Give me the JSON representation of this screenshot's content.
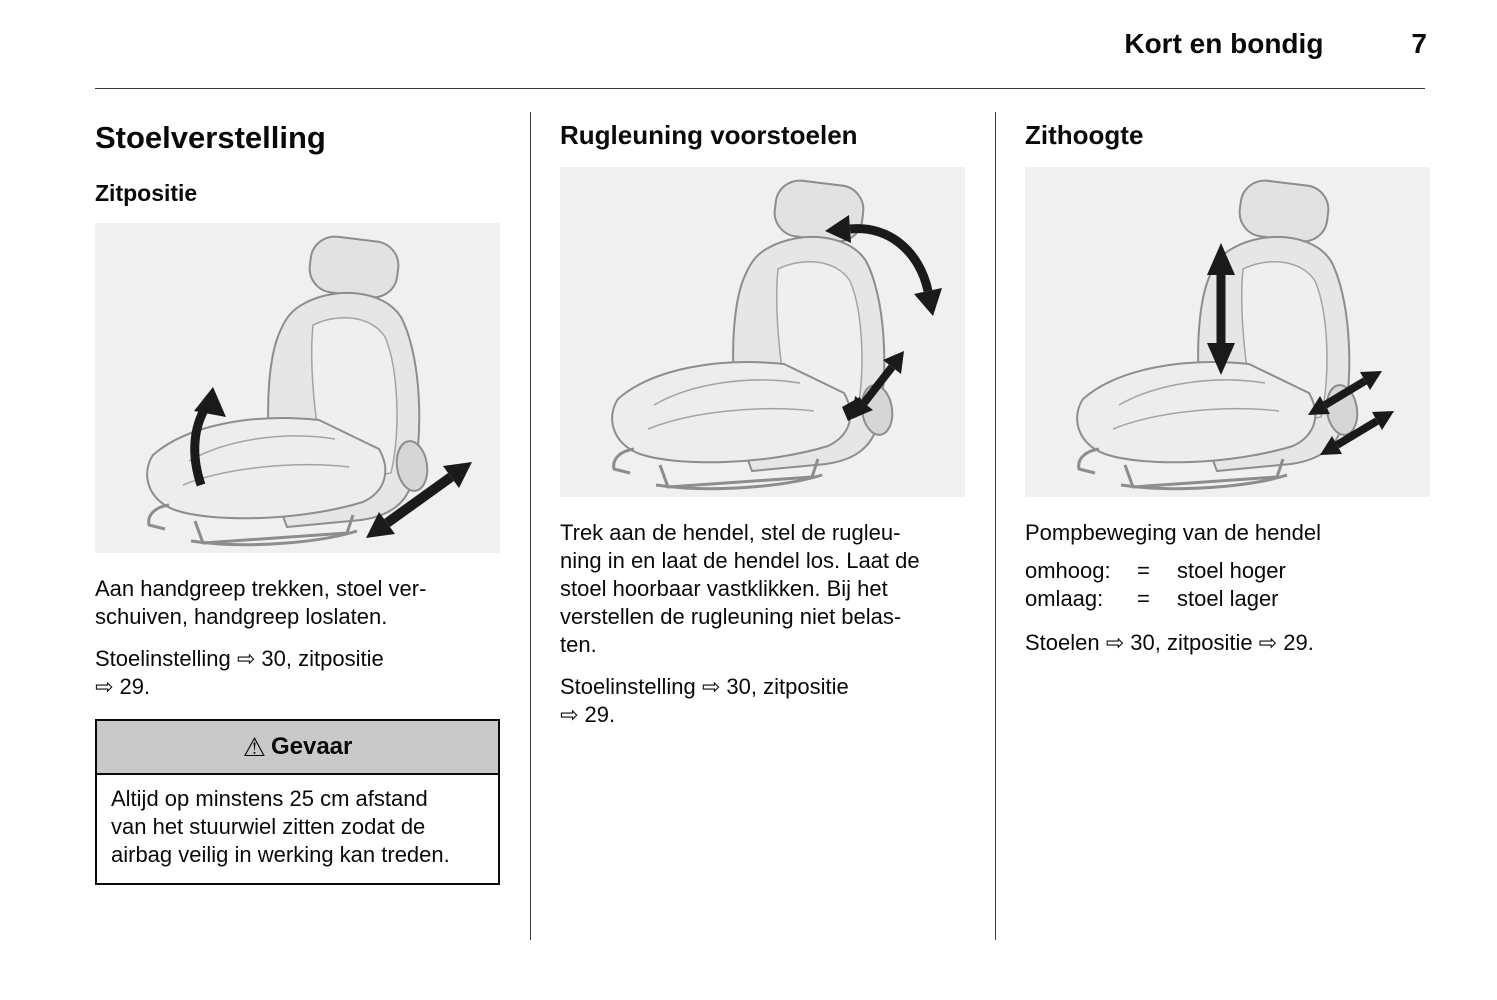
{
  "header": {
    "title": "Kort en bondig",
    "page": "7"
  },
  "seat_adjustment": {
    "heading": "Stoelverstelling",
    "subheading": "Zitpositie",
    "figure": "seat-longitudinal-adjustment-illustration",
    "paragraph": "Aan handgreep trekken, stoel ver-\nschuiven, handgreep loslaten.",
    "reference": "Stoelinstelling ⇨ 30, zitpositie\n⇨ 29.",
    "warning": {
      "icon": "warning-triangle-icon",
      "glyph": "⚠",
      "title": "Gevaar",
      "body": "Altijd op minstens 25 cm afstand\nvan het stuurwiel zitten zodat de\nairbag veilig in werking kan treden."
    }
  },
  "backrest": {
    "heading": "Rugleuning voorstoelen",
    "figure": "seat-backrest-adjustment-illustration",
    "paragraph": "Trek aan de hendel, stel de rugleu-\nning in en laat de hendel los. Laat de\nstoel hoorbaar vastklikken. Bij het\nverstellen de rugleuning niet belas-\nten.",
    "reference": "Stoelinstelling ⇨ 30, zitpositie\n⇨ 29."
  },
  "seat_height": {
    "heading": "Zithoogte",
    "figure": "seat-height-adjustment-illustration",
    "intro": "Pompbeweging van de hendel",
    "rows": [
      {
        "label": "omhoog:",
        "equals": "=",
        "value": "stoel hoger"
      },
      {
        "label": "omlaag:",
        "equals": "=",
        "value": "stoel lager"
      }
    ],
    "reference": "Stoelen ⇨ 30, zitpositie ⇨ 29."
  }
}
